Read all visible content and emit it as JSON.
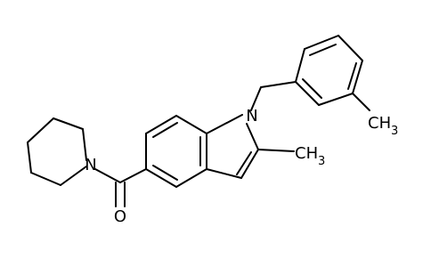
{
  "molecule": {
    "atoms": {
      "n_indole": "N",
      "n_piperidine": "N",
      "o_carbonyl": "O",
      "ch3_ring": {
        "main": "CH",
        "sub": "3"
      },
      "ch3_indole": {
        "main": "CH",
        "sub": "3"
      }
    },
    "colors": {
      "bond": "#000000",
      "label": "#000000",
      "background": "#ffffff"
    }
  }
}
